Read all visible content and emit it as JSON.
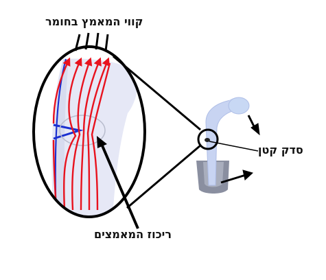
{
  "labels": {
    "stress_lines": "קווי המאמץ בחומר",
    "small_crack": "סדק קטן",
    "stress_concentration": "ריכוז המאמצים"
  },
  "colors": {
    "stress_line": "#e8121e",
    "material_fill": "#e6e8f6",
    "implant_light": "#c8d4f2",
    "implant_dark": "#8a8fa0",
    "outline": "#000000",
    "edge_blue": "#1a2fd0"
  }
}
